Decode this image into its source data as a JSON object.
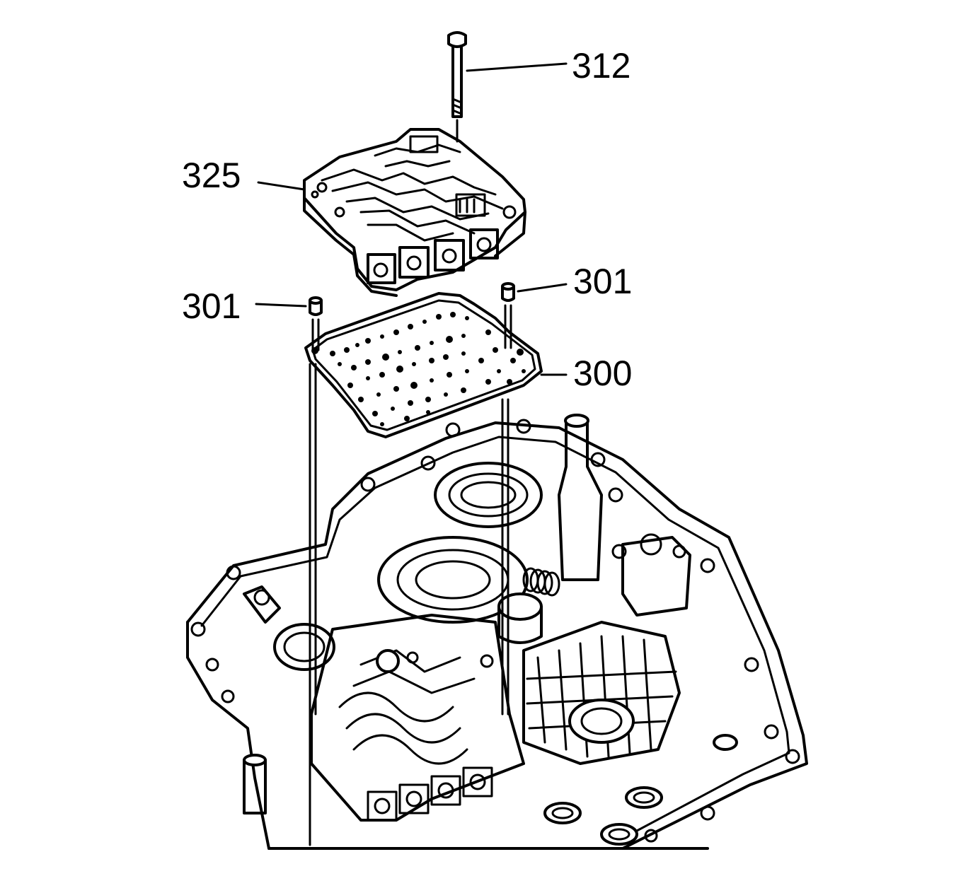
{
  "callouts": {
    "bolt": "312",
    "valve_body": "325",
    "pin_left": "301",
    "pin_right": "301",
    "spacer_plate": "300"
  },
  "colors": {
    "ink": "#000000",
    "background": "#ffffff"
  }
}
